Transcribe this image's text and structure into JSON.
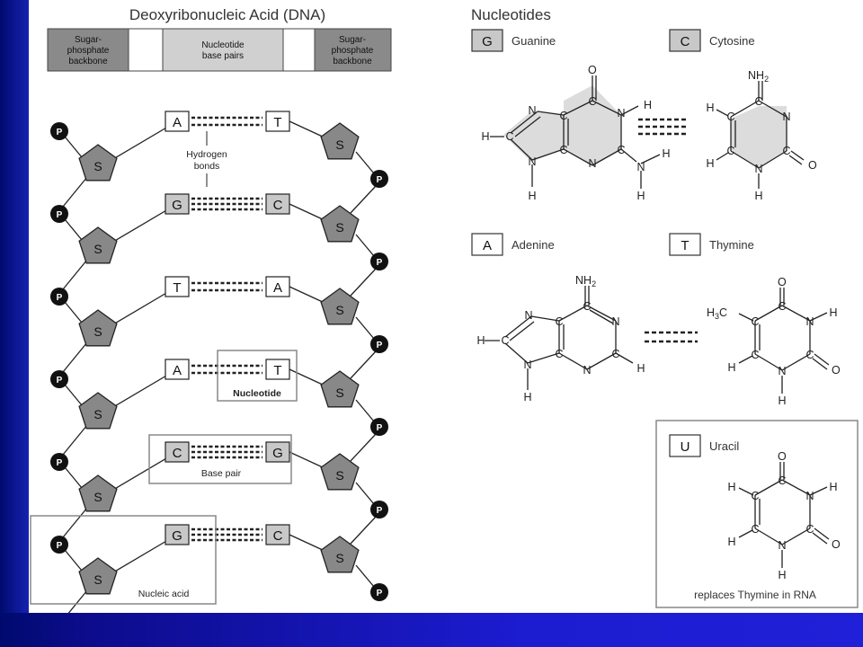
{
  "dna": {
    "title": "Deoxyribonucleic Acid (DNA)",
    "legend": {
      "left": [
        "Sugar-",
        "phosphate",
        "backbone"
      ],
      "middle": [
        "Nucleotide",
        "base pairs"
      ],
      "right": [
        "Sugar-",
        "phosphate",
        "backbone"
      ]
    },
    "phosphate_label": "P",
    "sugar_label": "S",
    "pairs": [
      {
        "left": "A",
        "right": "T"
      },
      {
        "left": "G",
        "right": "C"
      },
      {
        "left": "T",
        "right": "A"
      },
      {
        "left": "A",
        "right": "T"
      },
      {
        "left": "C",
        "right": "G"
      },
      {
        "left": "G",
        "right": "C"
      }
    ],
    "hydrogen_label": [
      "Hydrogen",
      "bonds"
    ],
    "nucleotide_label": "Nucleotide",
    "base_pair_label": "Base pair",
    "nucleic_acid_label": "Nucleic acid"
  },
  "nucleotides": {
    "title": "Nucleotides",
    "guanine": {
      "letter": "G",
      "name": "Guanine"
    },
    "cytosine": {
      "letter": "C",
      "name": "Cytosine"
    },
    "adenine": {
      "letter": "A",
      "name": "Adenine"
    },
    "thymine": {
      "letter": "T",
      "name": "Thymine"
    },
    "uracil": {
      "letter": "U",
      "name": "Uracil",
      "note": "replaces Thymine in RNA"
    }
  },
  "colors": {
    "gray_fill": "#c8c8c8",
    "pentagon_fill": "#888888",
    "ring_fill": "#dcdcdc",
    "ink": "#222222"
  }
}
